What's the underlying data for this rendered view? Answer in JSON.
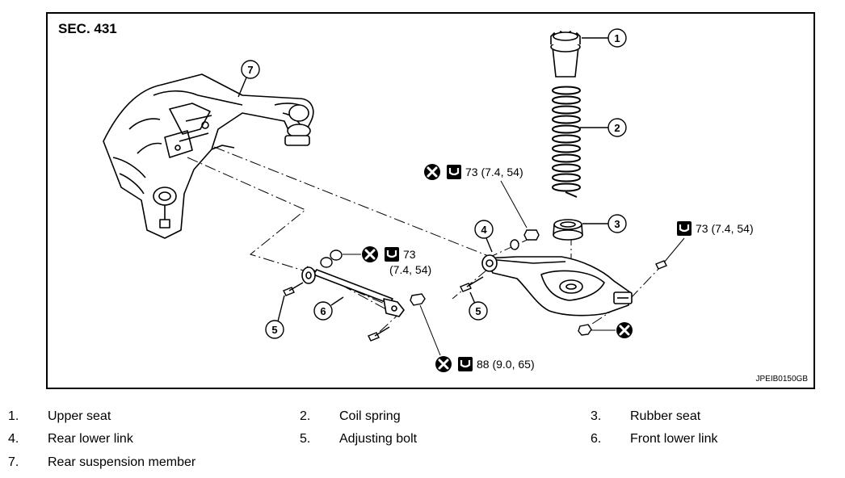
{
  "diagram": {
    "section_label": "SEC. 431",
    "image_code": "JPEIB0150GB",
    "callouts": [
      "1",
      "2",
      "3",
      "4",
      "5",
      "5",
      "6",
      "7"
    ],
    "torque_labels": {
      "top_center": "73 (7.4, 54)",
      "right": "73 (7.4, 54)",
      "middle_line1": "73",
      "middle_line2": "(7.4, 54)",
      "bottom": "88 (9.0, 65)"
    }
  },
  "legend": [
    {
      "num": "1.",
      "label": "Upper seat"
    },
    {
      "num": "2.",
      "label": "Coil spring"
    },
    {
      "num": "3.",
      "label": "Rubber seat"
    },
    {
      "num": "4.",
      "label": "Rear lower link"
    },
    {
      "num": "5.",
      "label": "Adjusting bolt"
    },
    {
      "num": "6.",
      "label": "Front lower link"
    },
    {
      "num": "7.",
      "label": "Rear suspension member"
    }
  ]
}
